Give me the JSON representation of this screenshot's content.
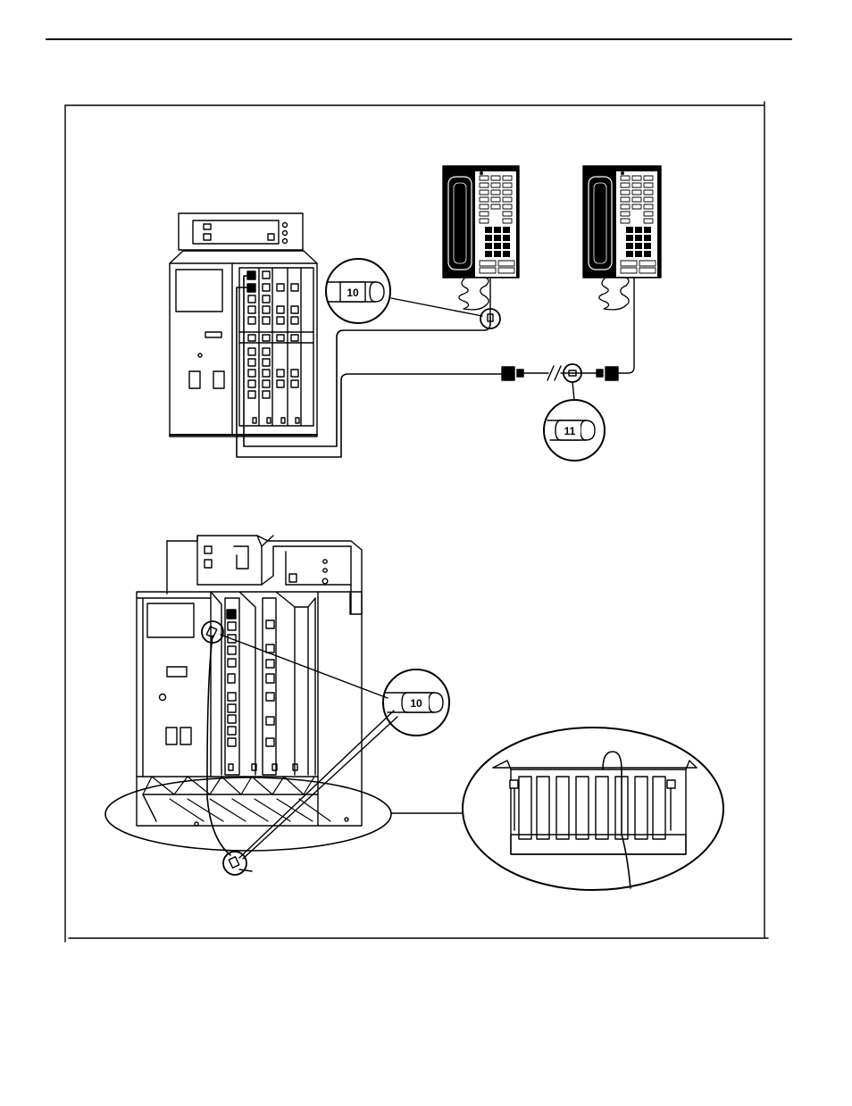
{
  "figure": {
    "callouts": [
      {
        "id": "upper-cable-label",
        "text": "10"
      },
      {
        "id": "phone-cable-label",
        "text": "11"
      },
      {
        "id": "lower-cable-label",
        "text": "10"
      }
    ]
  },
  "colors": {
    "ink": "#000000",
    "paper": "#ffffff"
  }
}
